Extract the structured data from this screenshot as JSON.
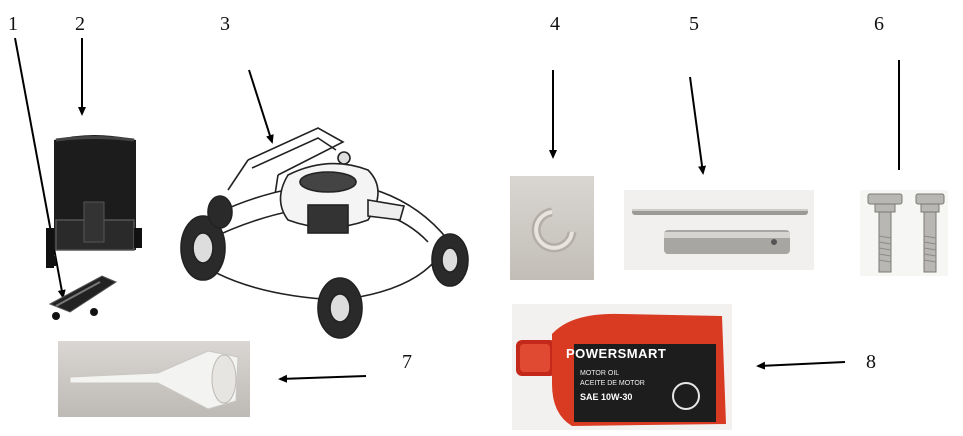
{
  "parts": [
    {
      "number": "1",
      "item": "bagger-hanger-bracket"
    },
    {
      "number": "2",
      "item": "grass-catcher-bag"
    },
    {
      "number": "3",
      "item": "lawn-mower"
    },
    {
      "number": "4",
      "item": "clip"
    },
    {
      "number": "5",
      "item": "spark-plug-wrench"
    },
    {
      "number": "6",
      "item": "bolts"
    },
    {
      "number": "7",
      "item": "oil-funnel"
    },
    {
      "number": "8",
      "item": "oil-bottle"
    }
  ],
  "oil_bottle": {
    "brand": "POWERSMART",
    "grade": "SAE 10W-30",
    "line1": "MOTOR OIL",
    "line2": "ACEITE DE MOTOR"
  },
  "colors": {
    "arrow": "#000000",
    "bottle_body": "#d93a22",
    "bottle_label": "#1d1d1d",
    "bottle_cap": "#c4281a",
    "photo_bg": "#e2e0dd"
  }
}
